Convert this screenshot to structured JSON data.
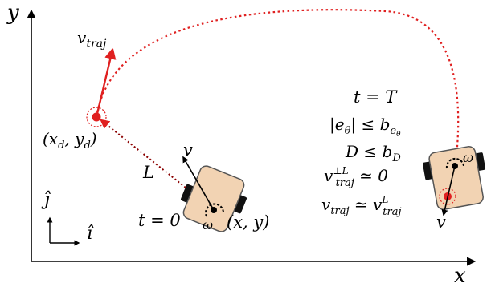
{
  "axes": {
    "x_label": "x",
    "y_label": "y"
  },
  "unit_vectors": {
    "j_hat": "ĵ",
    "i_hat": "î"
  },
  "desired_point": {
    "label": "(x_d, y_d)",
    "velocity_label": "v_traj"
  },
  "robot_start": {
    "time_label": "t = 0",
    "position_label": "(x, y)",
    "velocity_label": "v",
    "angular_label": "ω",
    "distance_label": "L"
  },
  "robot_end": {
    "velocity_label": "v",
    "angular_label": "ω"
  },
  "conditions": [
    "t = T",
    "|e_θ| ≤ b_eθ",
    "D ≤ b_D",
    "v_traj^⊥L ≃ 0",
    "v_traj ≃ v_traj^L"
  ],
  "colors": {
    "trajectory": "#e02020",
    "robot_body": "#f2d3b3",
    "robot_outline": "#555555",
    "wheel": "#111111",
    "axis": "#000000"
  }
}
